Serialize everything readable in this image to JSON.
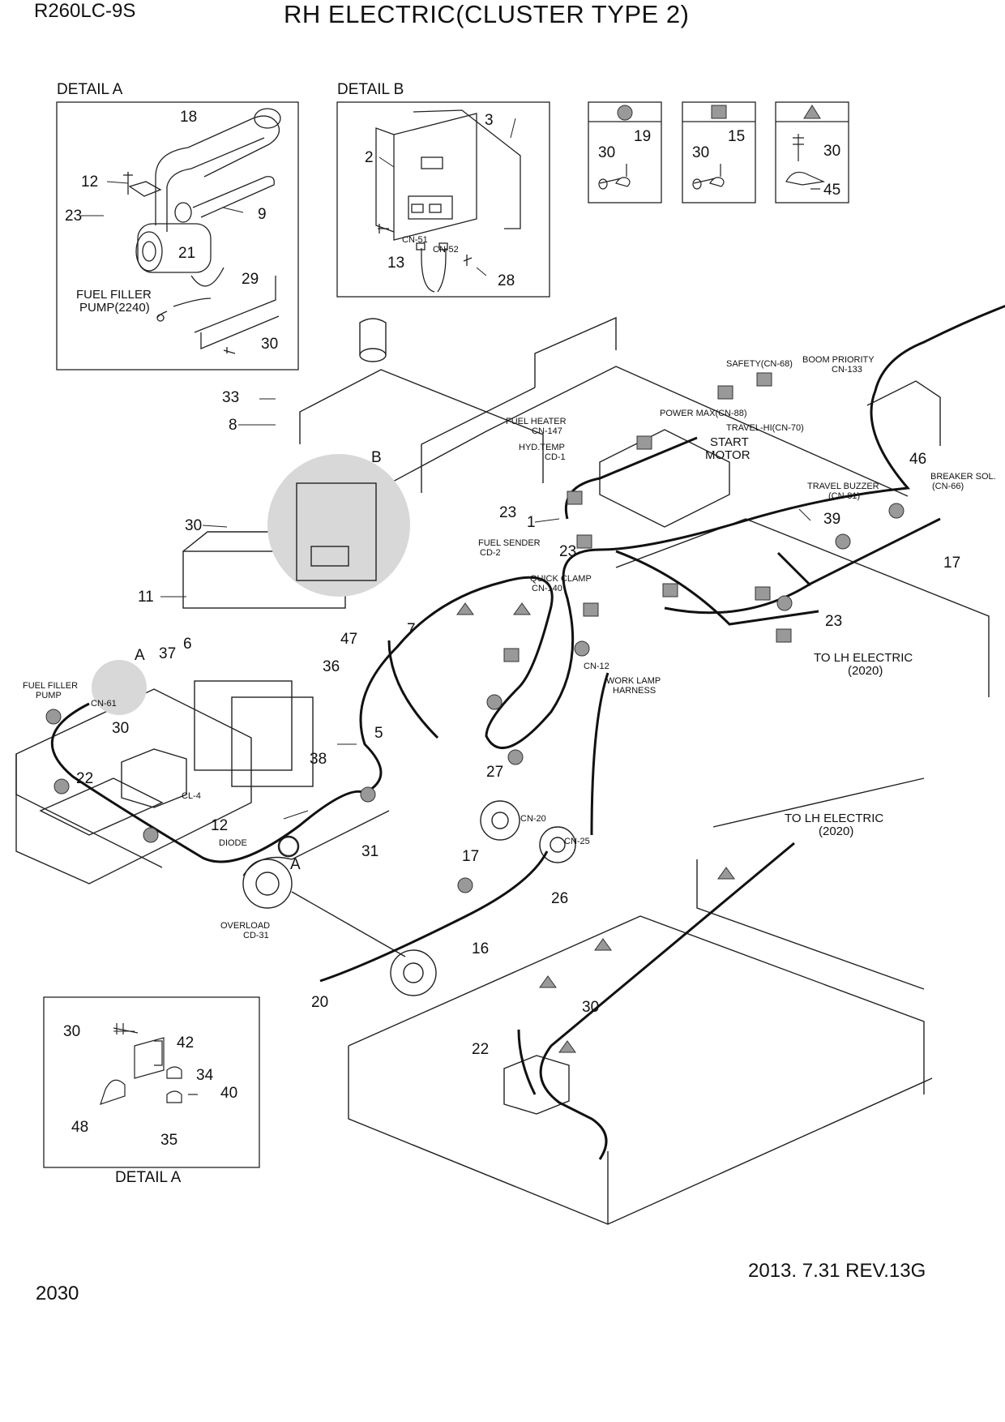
{
  "header": {
    "model": "R260LC-9S",
    "title": "RH ELECTRIC(CLUSTER TYPE 2)"
  },
  "footer": {
    "page_number": "2030",
    "revision": "2013. 7.31  REV.13G"
  },
  "details": {
    "detail_a_top": "DETAIL  A",
    "detail_b": "DETAIL B",
    "detail_a_bottom": "DETAIL  A",
    "fuel_filler_pump_line1": "FUEL FILLER",
    "fuel_filler_pump_line2": "PUMP(2240)"
  },
  "legend": {
    "symbols": [
      "circle",
      "square",
      "triangle"
    ],
    "circle_parts": [
      "30",
      "19"
    ],
    "square_parts": [
      "30",
      "15"
    ],
    "triangle_parts": [
      "30",
      "45"
    ]
  },
  "connectors": {
    "cn51": "CN-51",
    "cn52": "CN-52",
    "safety": "SAFETY(CN-68)",
    "boom_priority_1": "BOOM PRIORITY",
    "boom_priority_2": "CN-133",
    "fuel_heater_1": "FUEL HEATER",
    "fuel_heater_2": "CN-147",
    "power_max": "POWER MAX(CN-88)",
    "travel_hi": "TRAVEL-HI(CN-70)",
    "hyd_temp_1": "HYD.TEMP",
    "hyd_temp_2": "CD-1",
    "start_motor_1": "START",
    "start_motor_2": "MOTOR",
    "travel_buzzer_1": "TRAVEL BUZZER",
    "travel_buzzer_2": "(CN-81)",
    "breaker_sol_1": "BREAKER SOL.",
    "breaker_sol_2": "(CN-66)",
    "fuel_sender_1": "FUEL SENDER",
    "fuel_sender_2": "CD-2",
    "quick_clamp_1": "QUICK CLAMP",
    "quick_clamp_2": "CN-140",
    "to_lh_1a": "TO LH ELECTRIC",
    "to_lh_1b": "(2020)",
    "to_lh_2a": "TO LH ELECTRIC",
    "to_lh_2b": "(2020)",
    "fuel_filler_pump_1": "FUEL FILLER",
    "fuel_filler_pump_2": "PUMP",
    "cn61": "CN-61",
    "cn12": "CN-12",
    "work_lamp_1": "WORK LAMP",
    "work_lamp_2": "HARNESS",
    "cl4": "CL-4",
    "diode": "DIODE",
    "cn20": "CN-20",
    "cn25": "CN-25",
    "overload_1": "OVERLOAD",
    "overload_2": "CD-31",
    "label_a_circle": "A",
    "label_b_circle": "B",
    "label_a_marker": "A"
  },
  "callouts": {
    "a18": "18",
    "a12": "12",
    "a23": "23",
    "a9": "9",
    "a21": "21",
    "a29": "29",
    "a30": "30",
    "b3": "3",
    "b2": "2",
    "b13": "13",
    "b28": "28",
    "m33": "33",
    "m8": "8",
    "m30a": "30",
    "m11": "11",
    "m23a": "23",
    "m23b": "23",
    "m1": "1",
    "m46": "46",
    "m39": "39",
    "m17a": "17",
    "m23c": "23",
    "m6": "6",
    "m37": "37",
    "m47": "47",
    "m7": "7",
    "m36": "36",
    "m5": "5",
    "m30b": "30",
    "m22a": "22",
    "m38": "38",
    "m12": "12",
    "m31": "31",
    "m27": "27",
    "m17b": "17",
    "m26": "26",
    "m16": "16",
    "m20": "20",
    "m30c": "30",
    "m22b": "22",
    "d30": "30",
    "d42": "42",
    "d34": "34",
    "d40": "40",
    "d48": "48",
    "d35": "35"
  }
}
